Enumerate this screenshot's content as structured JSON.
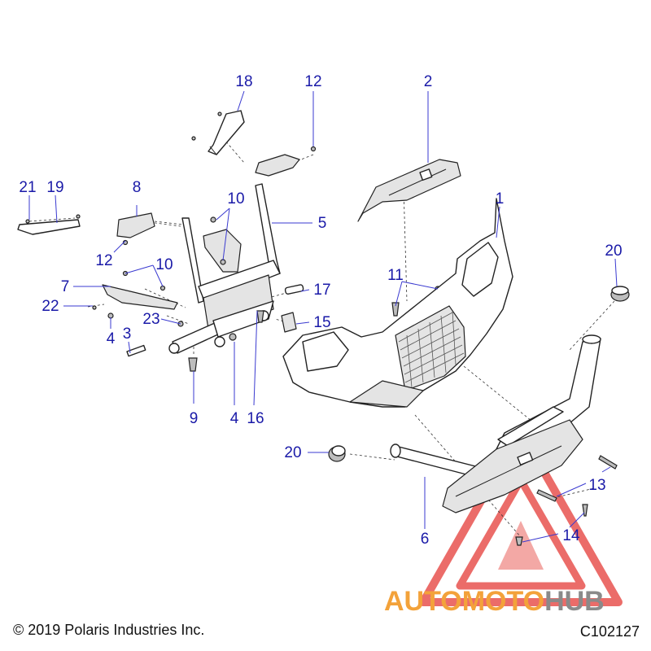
{
  "diagram": {
    "callouts": [
      {
        "id": "c1",
        "label": "1"
      },
      {
        "id": "c2",
        "label": "2"
      },
      {
        "id": "c3",
        "label": "3"
      },
      {
        "id": "c4a",
        "label": "4"
      },
      {
        "id": "c4b",
        "label": "4"
      },
      {
        "id": "c5",
        "label": "5"
      },
      {
        "id": "c6",
        "label": "6"
      },
      {
        "id": "c7",
        "label": "7"
      },
      {
        "id": "c8",
        "label": "8"
      },
      {
        "id": "c9",
        "label": "9"
      },
      {
        "id": "c10a",
        "label": "10"
      },
      {
        "id": "c10b",
        "label": "10"
      },
      {
        "id": "c11",
        "label": "11"
      },
      {
        "id": "c12a",
        "label": "12"
      },
      {
        "id": "c12b",
        "label": "12"
      },
      {
        "id": "c13",
        "label": "13"
      },
      {
        "id": "c14",
        "label": "14"
      },
      {
        "id": "c15",
        "label": "15"
      },
      {
        "id": "c16",
        "label": "16"
      },
      {
        "id": "c17",
        "label": "17"
      },
      {
        "id": "c18",
        "label": "18"
      },
      {
        "id": "c19",
        "label": "19"
      },
      {
        "id": "c20a",
        "label": "20"
      },
      {
        "id": "c20b",
        "label": "20"
      },
      {
        "id": "c21",
        "label": "21"
      },
      {
        "id": "c22",
        "label": "22"
      },
      {
        "id": "c23",
        "label": "23"
      }
    ]
  },
  "watermark": {
    "text_part1": "AUTOMOTO",
    "text_part2": "HUB",
    "color1": "#f3a23a",
    "color2": "#8a8a8a",
    "triangle_color": "#e8534f"
  },
  "footer": {
    "copyright": "© 2019 Polaris Industries Inc.",
    "drawing_id": "C102127"
  },
  "colors": {
    "callout": "#1a1aa8",
    "line": "#222222"
  }
}
